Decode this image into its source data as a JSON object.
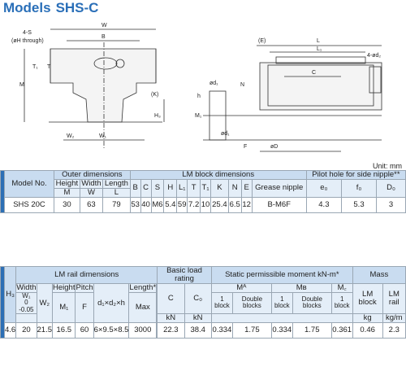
{
  "title": {
    "prefix": "Models",
    "model": "SHS-C"
  },
  "drawing": {
    "labels": {
      "w": "W",
      "b": "B",
      "hole": "4-S",
      "hole_sub": "(øH through)",
      "t1": "T₁",
      "t": "T",
      "m": "M",
      "k": "(K)",
      "h3": "H₃",
      "w2": "W₂",
      "w1": "W₁",
      "e": "(E)",
      "l": "L",
      "l1": "L₁",
      "c": "C",
      "four_d": "4-ød₂",
      "d1_top": "ød₁",
      "n": "N",
      "h": "h",
      "m1": "M₁",
      "d1_bot": "ød₁",
      "f": "F",
      "d2": "øD"
    }
  },
  "unit_label": "Unit: mm",
  "table1": {
    "model_label": "Model No.",
    "groups": {
      "outer": "Outer dimensions",
      "lm_block": "LM block dimensions",
      "pilot": "Pilot hole for side nipple**"
    },
    "outer_cols": [
      {
        "name": "Height",
        "sym": "M"
      },
      {
        "name": "Width",
        "sym": "W"
      },
      {
        "name": "Length",
        "sym": "L"
      }
    ],
    "block_cols": [
      "B",
      "C",
      "S",
      "H",
      "L₁",
      "T",
      "T₁",
      "K",
      "N",
      "E"
    ],
    "grease_label": "Grease nipple",
    "pilot_cols": [
      "e₀",
      "f₀",
      "D₀"
    ],
    "row": [
      "SHS 20C",
      "30",
      "63",
      "79",
      "53",
      "40",
      "M6",
      "5.4",
      "59",
      "7.2",
      "10",
      "25.4",
      "6.5",
      "12",
      "B-M6F",
      "4.3",
      "5.3",
      "3"
    ]
  },
  "table2": {
    "groups": {
      "rail": "LM rail dimensions",
      "basic": "Basic load rating",
      "static": "Static permissible moment kN-m*",
      "mass": "Mass"
    },
    "h3": "H₃",
    "width_label": "Width",
    "w1": "W₁",
    "w1_tol_a": "0",
    "w1_tol_b": "-0.05",
    "w2": "W₂",
    "height_label": "Height",
    "m1": "M₁",
    "pitch_label": "Pitch",
    "f": "F",
    "d1d2h": "d₁×d₂×h",
    "length_label": "Length*",
    "max": "Max",
    "c": "C",
    "c0": "C₀",
    "kn1": "kN",
    "kn2": "kN",
    "ma": "Mᴬ",
    "mb": "Mʙ",
    "mc": "M꜀",
    "one_block": "1 block",
    "double_blocks": "Double blocks",
    "lm_block": "LM block",
    "lm_rail": "LM rail",
    "kg": "kg",
    "kgm": "kg/m",
    "row": [
      "4.6",
      "20",
      "21.5",
      "16.5",
      "60",
      "6×9.5×8.5",
      "3000",
      "22.3",
      "38.4",
      "0.334",
      "1.75",
      "0.334",
      "1.75",
      "0.361",
      "0.46",
      "2.3"
    ]
  },
  "colors": {
    "accent": "#2c6fb5",
    "header": "#c9dcf0",
    "title": "#2a6fb8"
  }
}
